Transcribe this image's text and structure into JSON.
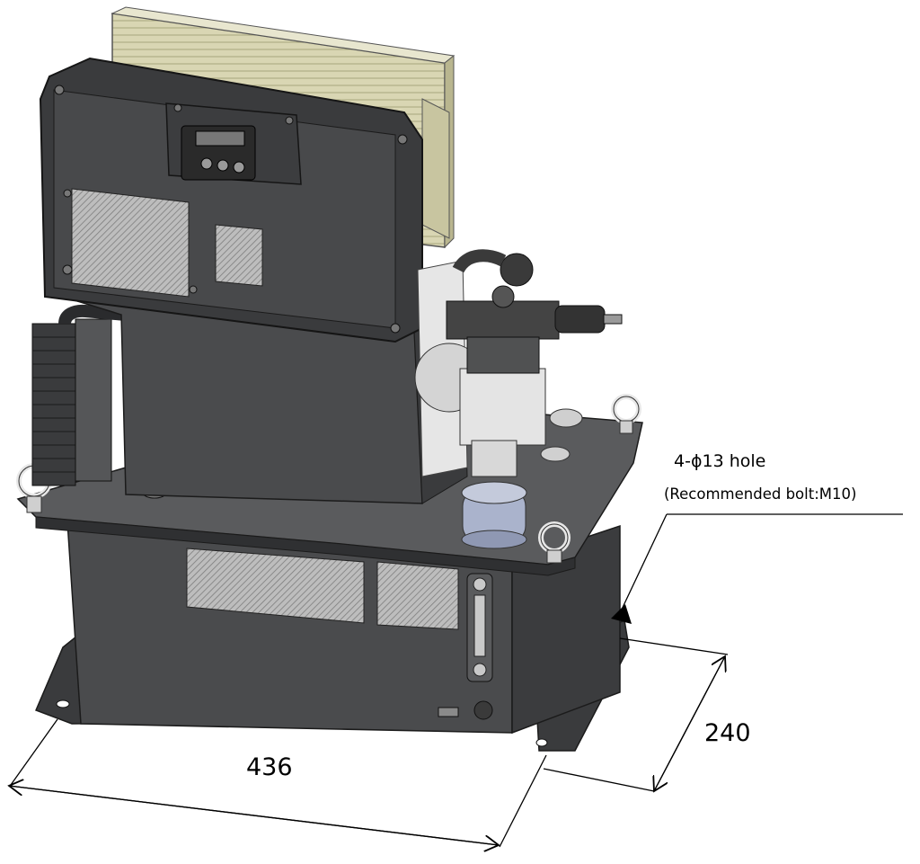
{
  "annotations": {
    "hole_spec": "4-ϕ13 hole",
    "bolt_spec": "(Recommended bolt:M10)"
  },
  "dimensions": {
    "width": "436",
    "depth": "240"
  },
  "colors": {
    "body": "#4a4b4d",
    "body_dark": "#2f3032",
    "body_light": "#6a6b6d",
    "radiator": "#d9d6b3",
    "pump": "#e6e6e6",
    "cap": "#aab3cc",
    "hatch": "#9b9b9b",
    "line": "#000000"
  }
}
